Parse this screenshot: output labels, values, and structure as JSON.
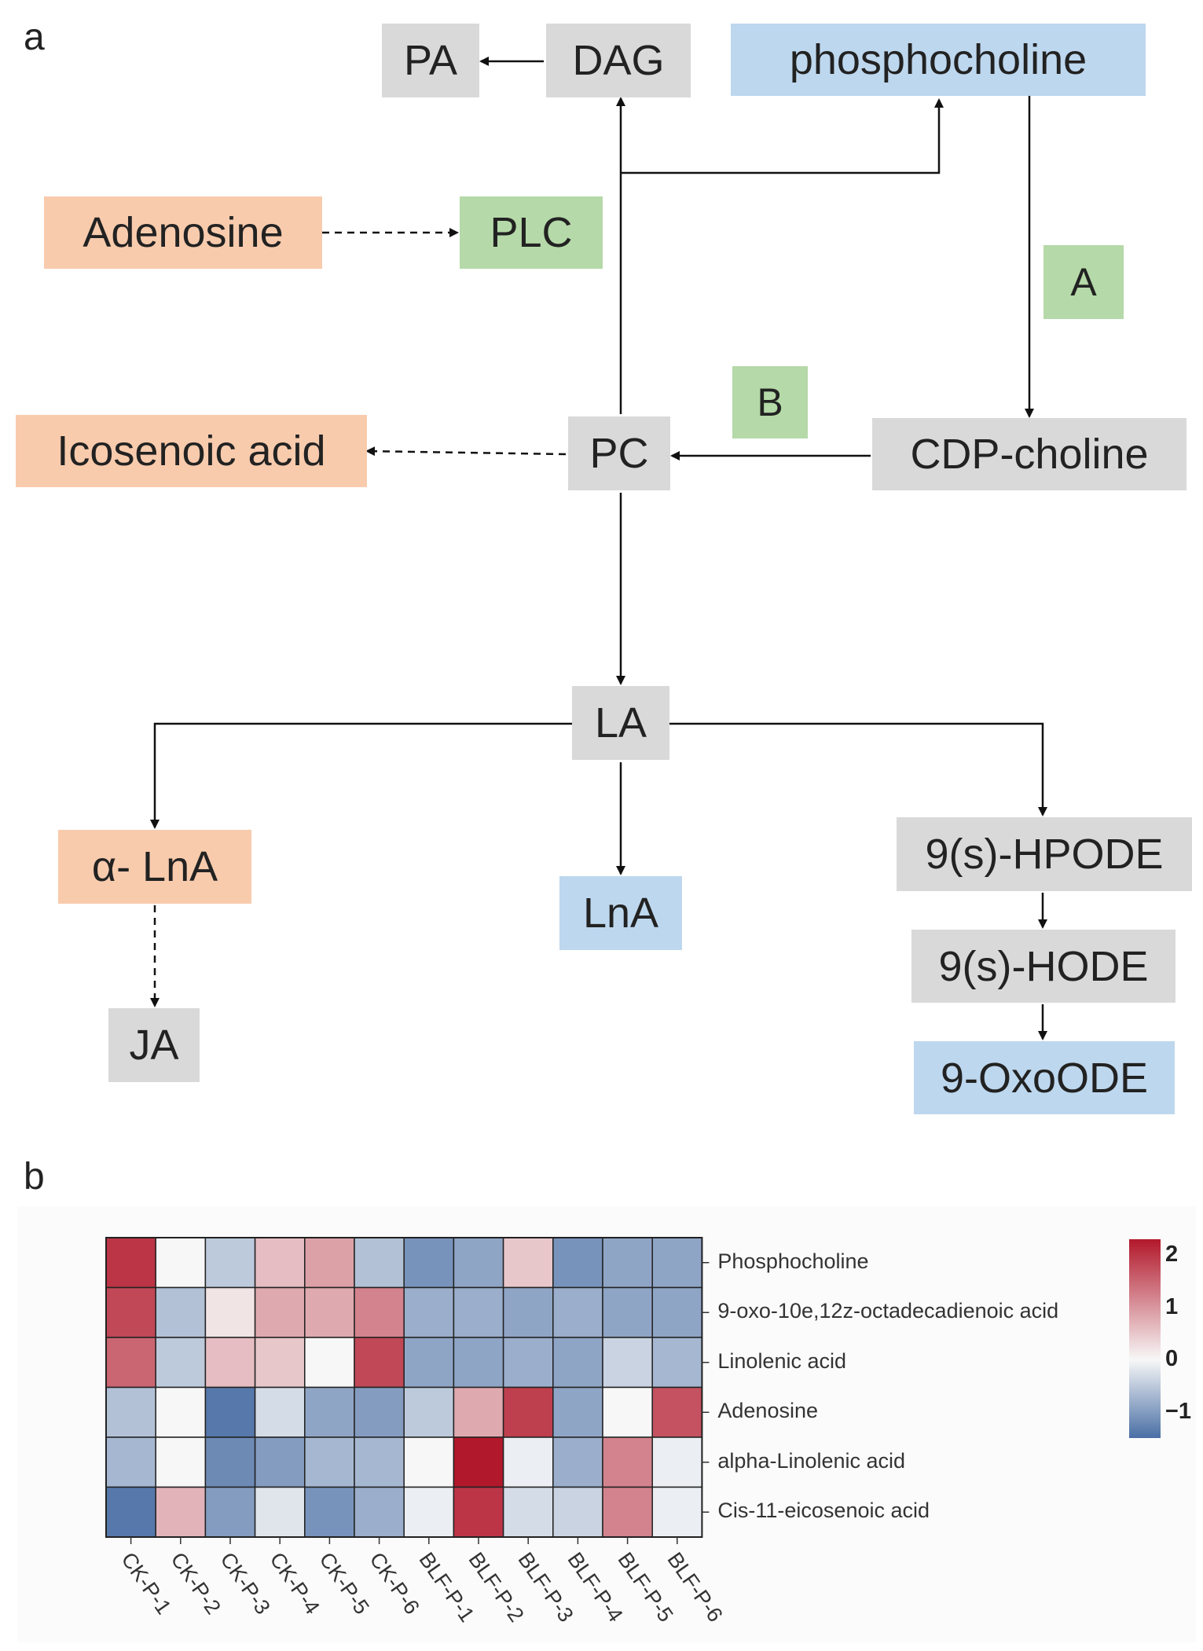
{
  "panels": {
    "a": "a",
    "b": "b"
  },
  "diagram": {
    "nodes": {
      "pa": "PA",
      "dag": "DAG",
      "phosphocholine": "phosphocholine",
      "adenosine": "Adenosine",
      "plc": "PLC",
      "enzyme_a": "A",
      "enzyme_b": "B",
      "icosenoic": "Icosenoic acid",
      "pc": "PC",
      "cdp_choline": "CDP-choline",
      "la": "LA",
      "alpha_lna": "α- LnA",
      "lna": "LnA",
      "hpode": "9(s)-HPODE",
      "hode": "9(s)-HODE",
      "oxoode": "9-OxoODE",
      "ja": "JA"
    },
    "colors": {
      "gray": "#d9d9d9",
      "blue": "#bdd7ee",
      "orange": "#f8cbad",
      "green": "#b5d9a8"
    }
  },
  "chart_data": {
    "type": "heatmap",
    "rows": [
      "Phosphocholine",
      "9-oxo-10e,12z-octadecadienoic acid",
      "Linolenic acid",
      "Adenosine",
      "alpha-Linolenic acid",
      "Cis-11-eicosenoic acid"
    ],
    "columns": [
      "CK-P-1",
      "CK-P-2",
      "CK-P-3",
      "CK-P-4",
      "CK-P-5",
      "CK-P-6",
      "BLF-P-1",
      "BLF-P-2",
      "BLF-P-3",
      "BLF-P-4",
      "BLF-P-5",
      "BLF-P-6"
    ],
    "values": [
      [
        2.0,
        0.0,
        -0.5,
        0.6,
        0.9,
        -0.6,
        -1.1,
        -0.9,
        0.5,
        -1.1,
        -0.9,
        -0.9
      ],
      [
        1.8,
        -0.6,
        0.2,
        0.8,
        0.8,
        1.2,
        -0.8,
        -0.8,
        -0.9,
        -0.8,
        -0.9,
        -0.9
      ],
      [
        1.5,
        -0.5,
        0.6,
        0.5,
        0.0,
        1.8,
        -0.9,
        -0.9,
        -0.8,
        -0.9,
        -0.4,
        -0.7
      ],
      [
        -0.6,
        0.0,
        -1.4,
        -0.3,
        -0.9,
        -1.0,
        -0.5,
        0.8,
        1.9,
        -0.9,
        0.0,
        1.7
      ],
      [
        -0.7,
        0.0,
        -1.2,
        -1.0,
        -0.7,
        -0.7,
        0.0,
        2.4,
        -0.1,
        -0.8,
        1.2,
        -0.1
      ],
      [
        -1.4,
        0.7,
        -1.0,
        -0.2,
        -1.1,
        -0.8,
        -0.1,
        2.0,
        -0.3,
        -0.4,
        1.2,
        -0.1
      ]
    ],
    "colorbar": {
      "ticks": [
        "2",
        "1",
        "0",
        "−1"
      ],
      "range": [
        -1.5,
        2.3
      ],
      "low_color": "#4a6fa5",
      "mid_color": "#f7f7f7",
      "high_color": "#b2182b"
    },
    "grid": true
  }
}
